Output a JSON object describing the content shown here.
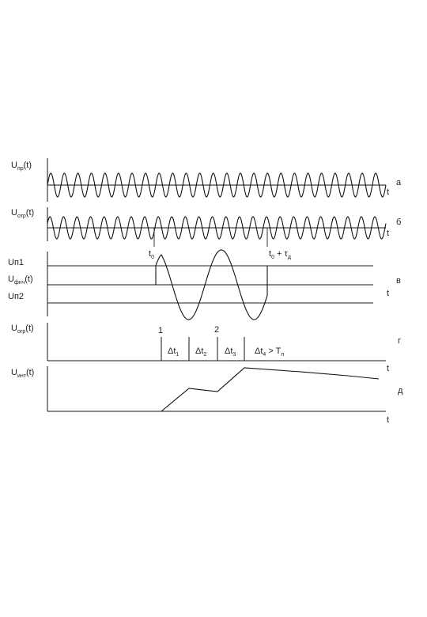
{
  "panels": {
    "a": {
      "y_label": "U",
      "y_label_sub": "пр",
      "y_label_arg": "(t)",
      "t_label": "t",
      "letter": "а",
      "cycles": 25
    },
    "b": {
      "y_label": "U",
      "y_label_sub": "отр",
      "y_label_arg": "(t)",
      "t_label": "t",
      "letter": "б",
      "cycles": 25
    },
    "v": {
      "level_upper": "Uп1",
      "y_label": "U",
      "y_label_sub": "фнч",
      "y_label_arg": "(t)",
      "level_lower": "Uп2",
      "t0_label": "t",
      "t0_sub": "0",
      "t_end_label": "t",
      "t_end_sub": "0",
      "t_end_rest": " + τ",
      "t_end_sub2": "д",
      "t_label": "t",
      "letter": "в"
    },
    "g": {
      "y_label": "U",
      "y_label_sub": "огр",
      "y_label_arg": "(t)",
      "pulse1": "1",
      "pulse2": "2",
      "intervals": [
        {
          "main": "Δt",
          "sub": "1",
          "rest": ""
        },
        {
          "main": "Δt",
          "sub": "2",
          "rest": ""
        },
        {
          "main": "Δt",
          "sub": "3",
          "rest": ""
        },
        {
          "main": "Δt",
          "sub": "4",
          "rest": " > T",
          "sub2": "п"
        }
      ],
      "t_label": "t",
      "letter": "г"
    },
    "d": {
      "y_label": "U",
      "y_label_sub": "инт",
      "y_label_arg": "(t)",
      "t_label": "t",
      "letter": "д"
    }
  }
}
